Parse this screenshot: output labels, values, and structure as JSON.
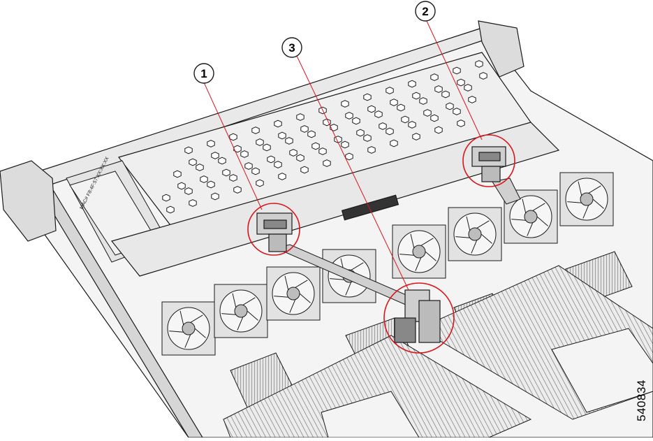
{
  "callouts": [
    {
      "number": "1"
    },
    {
      "number": "2"
    },
    {
      "number": "3"
    }
  ],
  "figure_id": "540834",
  "chassis_label": "MAC# F8:4F:57:XX:XX:XX",
  "colors": {
    "callout_line": "#d9141b",
    "callout_ring": "#d9141b",
    "outline": "#1a1a1a",
    "metal_light": "#f4f4f4",
    "metal_mid": "#dcdcdc",
    "metal_dark": "#9a9a9a"
  },
  "icons": [
    "callout-circle",
    "highlight-ring"
  ]
}
